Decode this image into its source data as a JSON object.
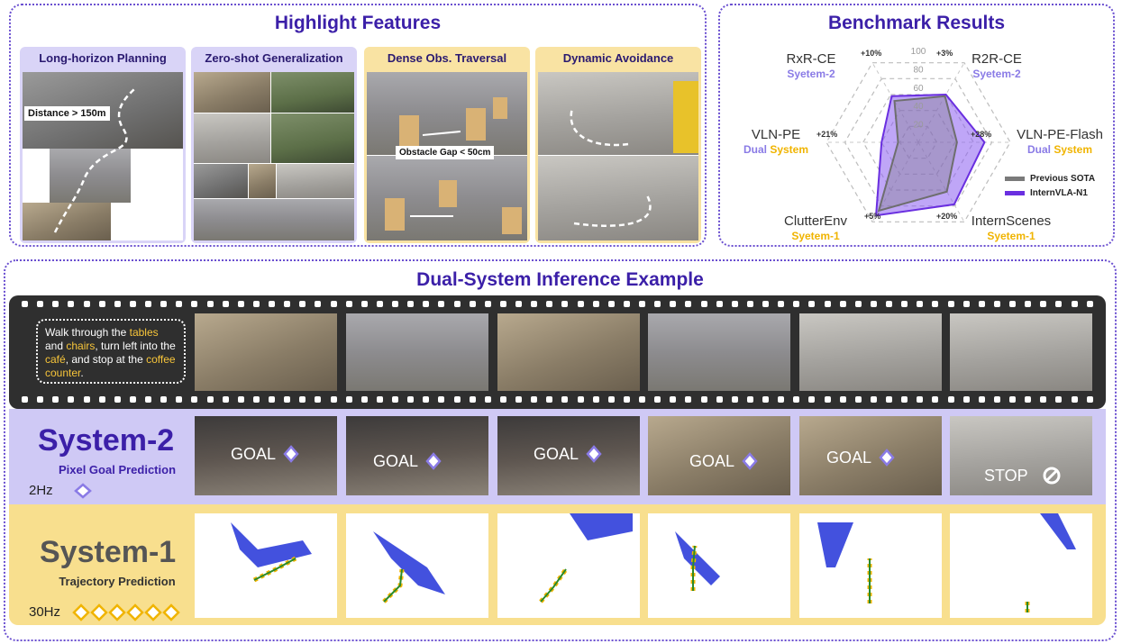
{
  "highlight": {
    "title": "Highlight Features",
    "features": [
      {
        "name": "Long-horizon Planning",
        "note": "Distance > 150m"
      },
      {
        "name": "Zero-shot Generalization",
        "note": ""
      },
      {
        "name": "Dense Obs. Traversal",
        "note": "Obstacle Gap < 50cm"
      },
      {
        "name": "Dynamic Avoidance",
        "note": ""
      }
    ]
  },
  "benchmark": {
    "title": "Benchmark Results",
    "axes": [
      {
        "name": "RxR-CE",
        "system": "Syetem-2",
        "system_color": "purple",
        "gain": "+10%"
      },
      {
        "name": "R2R-CE",
        "system": "Syetem-2",
        "system_color": "purple",
        "gain": "+3%"
      },
      {
        "name": "VLN-PE-Flash",
        "system_a": "Dual",
        "system_b": "System",
        "gain": "+28%"
      },
      {
        "name": "InternScenes",
        "system": "Syetem-1",
        "system_color": "yellow",
        "gain": "+20%"
      },
      {
        "name": "ClutterEnv",
        "system": "Syetem-1",
        "system_color": "yellow",
        "gain": "+5%"
      },
      {
        "name": "VLN-PE",
        "system_a": "Dual",
        "system_b": "System",
        "gain": "+21%"
      }
    ],
    "ticks": [
      "20",
      "40",
      "60",
      "80",
      "100"
    ],
    "legend": [
      {
        "name": "Previous SOTA",
        "color": "#7a7a7a"
      },
      {
        "name": "InternVLA-N1",
        "color": "#6a2fe0"
      }
    ],
    "chart_data": {
      "type": "radar",
      "axes": [
        "RxR-CE",
        "R2R-CE",
        "VLN-PE-Flash",
        "InternScenes",
        "ClutterEnv",
        "VLN-PE"
      ],
      "rlim": [
        0,
        100
      ],
      "series": [
        {
          "name": "Previous SOTA",
          "values": [
            52,
            58,
            42,
            62,
            86,
            22
          ]
        },
        {
          "name": "InternVLA-N1",
          "values": [
            58,
            60,
            72,
            78,
            92,
            40
          ]
        }
      ]
    }
  },
  "inference": {
    "title": "Dual-System Inference Example",
    "instruction_parts": [
      {
        "t": "Walk through the ",
        "hl": false
      },
      {
        "t": "tables",
        "hl": true
      },
      {
        "t": " and ",
        "hl": false
      },
      {
        "t": "chairs",
        "hl": true
      },
      {
        "t": ", turn left into the ",
        "hl": false
      },
      {
        "t": "café",
        "hl": true
      },
      {
        "t": ", and stop at the ",
        "hl": false
      },
      {
        "t": "coffee counter",
        "hl": true
      },
      {
        "t": ".",
        "hl": false
      }
    ],
    "system2": {
      "title": "System-2",
      "subtitle": "Pixel Goal Prediction",
      "rate": "2Hz"
    },
    "system1": {
      "title": "System-1",
      "subtitle": "Trajectory Prediction",
      "rate": "30Hz"
    },
    "goal_labels": [
      "GOAL",
      "GOAL",
      "GOAL",
      "GOAL",
      "GOAL",
      "STOP"
    ]
  },
  "colors": {
    "accent": "#3b1fa8",
    "purple_band": "#cfc9f5",
    "yellow_band": "#f8df8e",
    "highlight": "#f7c53a"
  }
}
